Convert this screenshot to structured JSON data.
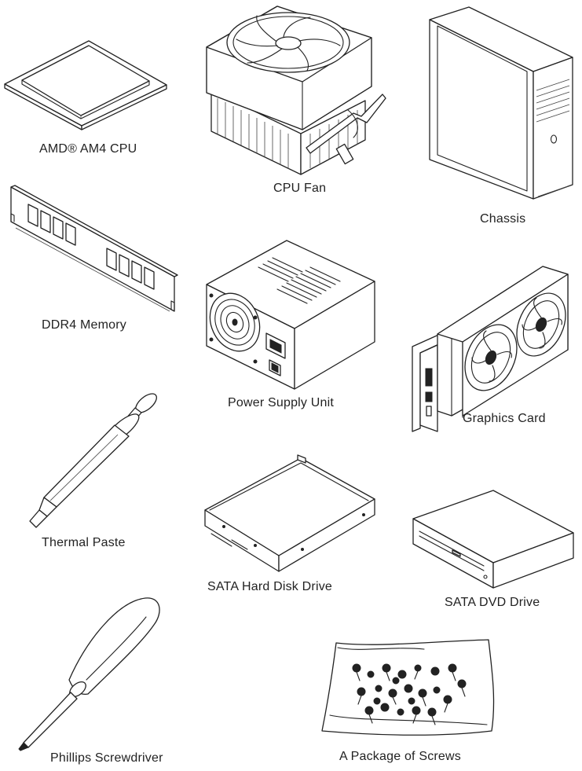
{
  "components": {
    "cpu": {
      "label": "AMD® AM4 CPU",
      "icon": "cpu-icon"
    },
    "cpu_fan": {
      "label": "CPU Fan",
      "icon": "cpu-fan-icon"
    },
    "chassis": {
      "label": "Chassis",
      "icon": "chassis-icon"
    },
    "memory": {
      "label": "DDR4 Memory",
      "icon": "memory-module-icon"
    },
    "psu": {
      "label": "Power Supply Unit",
      "icon": "power-supply-icon"
    },
    "gpu": {
      "label": "Graphics Card",
      "icon": "graphics-card-icon"
    },
    "thermal_paste": {
      "label": "Thermal Paste",
      "icon": "thermal-paste-syringe-icon"
    },
    "hdd": {
      "label": "SATA Hard Disk Drive",
      "icon": "hard-disk-icon"
    },
    "dvd": {
      "label": "SATA DVD Drive",
      "icon": "dvd-drive-icon"
    },
    "screwdriver": {
      "label": "Phillips Screwdriver",
      "icon": "screwdriver-icon"
    },
    "screws": {
      "label": "A Package of Screws",
      "icon": "screw-package-icon"
    }
  }
}
